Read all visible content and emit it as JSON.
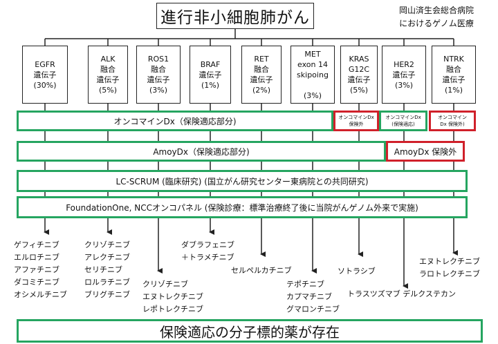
{
  "title": "進行非小細胞肺がん",
  "subtitle": "岡山済生会総合病院\nにおけるゲノム医療",
  "genes": [
    {
      "id": "egfr",
      "text": "EGFR\n遺伝子\n(30%)"
    },
    {
      "id": "alk",
      "text": "ALK\n融合\n遺伝子\n(5%)"
    },
    {
      "id": "ros1",
      "text": "ROS1\n融合\n遺伝子\n(3%)"
    },
    {
      "id": "braf",
      "text": "BRAF\n遺伝子\n(1%)"
    },
    {
      "id": "ret",
      "text": "RET\n融合\n遺伝子\n(2%)"
    },
    {
      "id": "met",
      "text": "MET\nexon 14\nskipoing\n\n(3%)"
    },
    {
      "id": "kras",
      "text": "KRAS\nG12C\n遺伝子\n(5%)"
    },
    {
      "id": "her2",
      "text": "HER2\n遺伝子\n(3%)"
    },
    {
      "id": "ntrk",
      "text": "NTRK\n融合\n遺伝子\n(1%)"
    }
  ],
  "tests": {
    "oncomine": "オンコマインDx（保険適応部分)",
    "oncomine_kras": "オンコマインDx\n保険外",
    "oncomine_her2": "オンコマインDx\n(保険適応)",
    "oncomine_ntrk": "オンコマイン\nDx 保険外)",
    "amoy": "AmoyDx（保険適応部分)",
    "amoy_outside": "AmoyDx 保険外",
    "lcscrum": "LC-SCRUM (臨床研究) (国立がん研究センター東病院との共同研究)",
    "foundation": "FoundationOne, NCCオンコパネル (保険診療：標準治療終了後に当院がんゲノム外来で実施)"
  },
  "drugs": {
    "egfr": "ゲフィチニブ\nエルロチニブ\nアファチニブ\nダコミチニブ\nオシメルチニブ",
    "alk": "クリゾチニブ\nアレクチニブ\nセリチニブ\nロルラチニブ\nブリグチニブ",
    "ros1": "クリゾチニブ\nエヌトレクチニブ\nレポトレクチニブ",
    "braf": "ダブラフェニブ\n＋トラメチニブ",
    "ret": "セルペルカチニブ",
    "met": "テポチニブ\nカプマチニブ\nグマロンチニブ",
    "kras": "ソトラシブ",
    "her2": "トラスツズマブ デルクステカン",
    "ntrk": "エヌトレクチニブ\nラロトレクチニブ"
  },
  "footer": "保険適応の分子標的薬が存在",
  "colors": {
    "green": "#25a560",
    "red": "#d0202a",
    "line": "#222222"
  }
}
